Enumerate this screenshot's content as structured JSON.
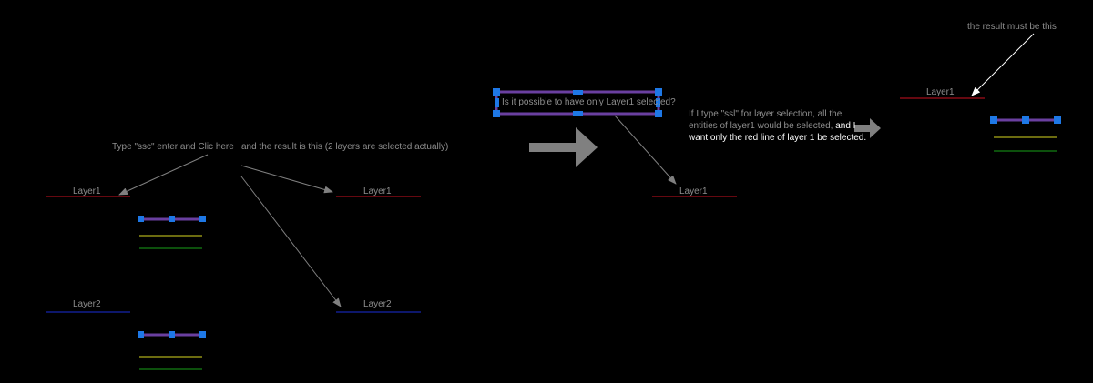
{
  "texts": {
    "type_ssc": "Type \"ssc\" enter and Clic here",
    "result_note": "and the result is this (2 layers are selected actually)",
    "question": "Is it possible to have only Layer1 selected?",
    "ssl_line1": "If I type \"ssl\" for layer selection, all the",
    "ssl_line2_grey": "entities of layer1 would be selected, ",
    "ssl_line2_white": "and I",
    "ssl_line3": "want only the red line of layer 1 be selected.",
    "result_must": "the result must be this"
  },
  "layers": {
    "layer1": "Layer1",
    "layer2": "Layer2"
  },
  "colors": {
    "background": "#000000",
    "layer1_line": "#cc1020",
    "layer2_line": "#1a2ed8",
    "grip": "#1e78e6",
    "selected_line": "#6a3fa0",
    "yellow_line": "#d8d820",
    "green_line": "#19a019",
    "grey_text": "#8e8e8e",
    "white_text": "#ffffff",
    "arrow_grey": "#808080"
  },
  "icons": {
    "big_arrow_1": "right-arrow-icon",
    "big_arrow_2": "right-arrow-icon"
  }
}
